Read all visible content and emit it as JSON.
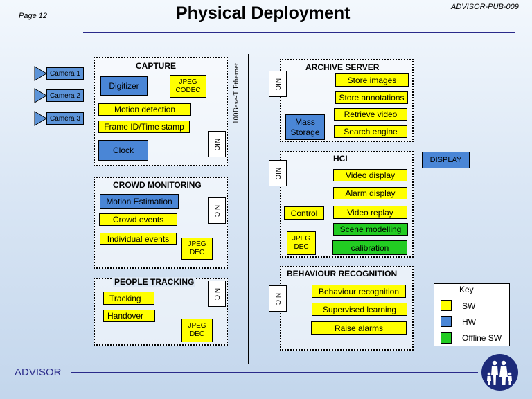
{
  "header": {
    "page": "Page 12",
    "title": "Physical Deployment",
    "doc_id": "ADVISOR-PUB-009"
  },
  "footer": {
    "brand": "ADVISOR"
  },
  "ethernet_label": "100Base-T Ethernet",
  "nic_label": "NIC",
  "cameras": [
    "Camera 1",
    "Camera 2",
    "Camera 3"
  ],
  "capture": {
    "title": "CAPTURE",
    "digitizer": "Digitizer",
    "jpeg_codec": "JPEG\nCODEC",
    "motion_detection": "Motion detection",
    "frame_id": "Frame ID/Time stamp",
    "clock": "Clock"
  },
  "crowd": {
    "title": "CROWD MONITORING",
    "motion_estimation": "Motion Estimation",
    "crowd_events": "Crowd events",
    "individual_events": "Individual events",
    "jpeg_dec": "JPEG\nDEC"
  },
  "people": {
    "title": "PEOPLE TRACKING",
    "tracking": "Tracking",
    "handover": "Handover",
    "jpeg_dec": "JPEG\nDEC"
  },
  "archive": {
    "title": "ARCHIVE SERVER",
    "store_images": "Store images",
    "store_annotations": "Store annotations",
    "retrieve_video": "Retrieve video",
    "search_engine": "Search engine",
    "mass_storage": "Mass\nStorage"
  },
  "hci": {
    "title": "HCI",
    "display": "DISPLAY",
    "video_display": "Video display",
    "alarm_display": "Alarm display",
    "control": "Control",
    "video_replay": "Video replay",
    "scene_modelling": "Scene modelling",
    "jpeg_dec": "JPEG\nDEC",
    "calibration": "calibration"
  },
  "behaviour": {
    "title": "BEHAVIOUR RECOGNITION",
    "behaviour_recognition": "Behaviour recognition",
    "supervised_learning": "Supervised learning",
    "raise_alarms": "Raise alarms"
  },
  "key": {
    "title": "Key",
    "items": [
      {
        "label": "SW",
        "color": "#ffff00"
      },
      {
        "label": "HW",
        "color": "#4a86d6"
      },
      {
        "label": "Offline SW",
        "color": "#22cc22"
      }
    ]
  },
  "colors": {
    "sw": "#ffff00",
    "hw": "#4a86d6",
    "offline_sw": "#22cc22",
    "rule": "#2a2a8a",
    "logo": "#1c2a7a"
  }
}
